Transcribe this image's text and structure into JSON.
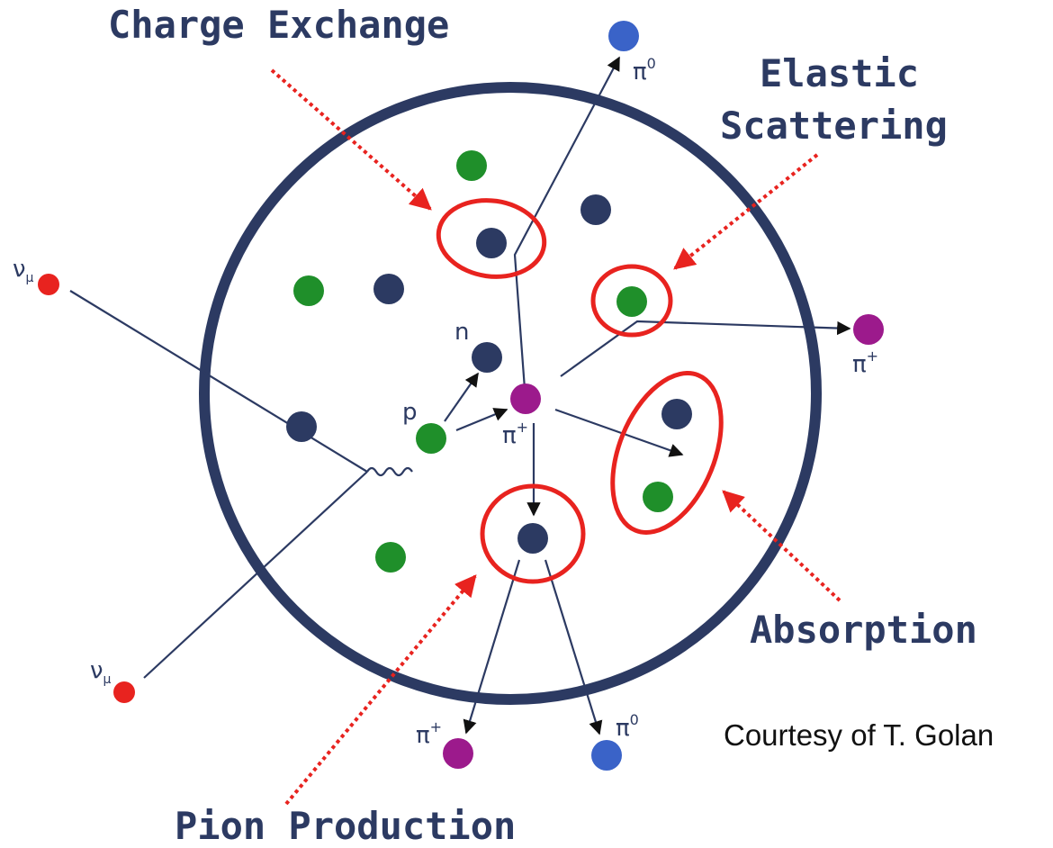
{
  "callouts": {
    "charge_exchange": "Charge Exchange",
    "elastic_line1": "Elastic",
    "elastic_line2": "Scattering",
    "absorption": "Absorption",
    "pion_production": "Pion Production"
  },
  "particles": {
    "numu_upper": "ν",
    "numu_lower": "ν",
    "mu_sub": "μ",
    "neutron": "n",
    "proton": "p",
    "pi": "π",
    "plus": "+",
    "zero": "0"
  },
  "credit": "Courtesy of T. Golan",
  "colors": {
    "nucleus_border": "#2c3a62",
    "neutron": "#2c3a62",
    "proton": "#1f8f2a",
    "pi_charged": "#9c1a8c",
    "pi_zero": "#3a63c8",
    "neutrino": "#e8231f",
    "highlight": "#e8231f"
  }
}
